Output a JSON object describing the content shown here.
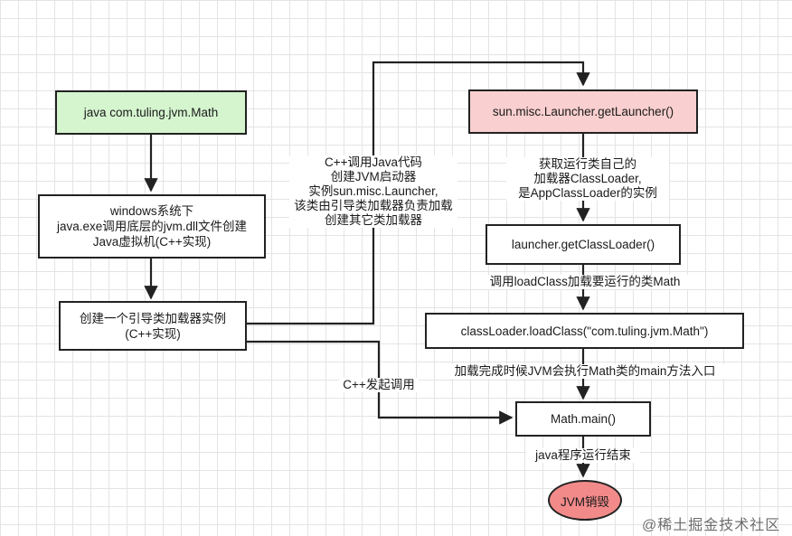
{
  "nodes": {
    "java_cmd": "java com.tuling.jvm.Math",
    "windows": "windows系统下\njava.exe调用底层的jvm.dll文件创建\nJava虚拟机(C++实现)",
    "bootstrap": "创建一个引导类加载器实例\n(C++实现)",
    "get_launcher": "sun.misc.Launcher.getLauncher()",
    "get_classloader": "launcher.getClassLoader()",
    "load_class": "classLoader.loadClass(\"com.tuling.jvm.Math\")",
    "math_main": "Math.main()",
    "jvm_destroy": "JVM销毁"
  },
  "labels": {
    "cpp_call_java": "C++调用Java代码\n创建JVM启动器\n实例sun.misc.Launcher,\n该类由引导类加载器负责加载\n创建其它类加载器",
    "get_app_loader": "获取运行类自己的\n加载器ClassLoader,\n是AppClassLoader的实例",
    "call_loadclass": "调用loadClass加载要运行的类Math",
    "load_done": "加载完成时候JVM会执行Math类的main方法入口",
    "cpp_invoke": "C++发起调用",
    "program_end": "java程序运行结束"
  },
  "watermark": "@稀土掘金技术社区",
  "colors": {
    "start_fill": "#d5f5cf",
    "launcher_fill": "#f9cfcf",
    "end_fill": "#f38a8a"
  }
}
